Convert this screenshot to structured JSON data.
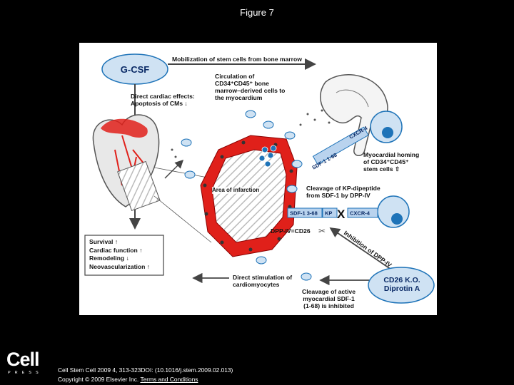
{
  "page": {
    "title": "Figure 7"
  },
  "figure": {
    "gcsf": "G-CSF",
    "mobilization": "Mobilization of stem cells from bone marrow",
    "circulation": "Circulation of\nCD34⁺CD45⁺ bone\nmarrow–derived cells to\nthe myocardium",
    "direct_cardiac": "Direct cardiac effects:\nApoptosis of CMs ↓",
    "homing": "Myocardial homing\nof CD34⁺CD45⁺\nstem cells ⇧",
    "area": "Area of infarction",
    "cleavage_kp": "Cleavage of KP-dipeptide\nfrom SDF-1 by DPP-IV",
    "sdf_cut": "SDF-1 3-68",
    "kp": "KP",
    "cxcr4_lower": "CXCR-4",
    "cxcr4_upper": "CXCR-4",
    "sdf_upper": "SDF-1 1-68",
    "dpp": "DPP-IV=CD26",
    "inhibition": "Inhibition of DPP-IV",
    "outcomes": [
      "Survival ↑",
      "Cardiac function ↑",
      "Remodeling ↓",
      "Neovascularization ↑"
    ],
    "direct_stim": "Direct stimulation of\ncardiomyocytes",
    "cleavage_active": "Cleavage of active\nmyocardial SDF-1\n(1-68) is inhibited",
    "ko_line1": "CD26 K.O.",
    "ko_line2": "Diprotin A",
    "x_mark": "X"
  },
  "footer": {
    "logo": "Cell",
    "press": "PRESS",
    "citation": "Cell Stem Cell 2009 4, 313-323DOI: (10.1016/j.stem.2009.02.013)",
    "copyright": "Copyright © 2009 Elsevier Inc.",
    "terms": "Terms and Conditions"
  },
  "colors": {
    "muscle": "#e0201a",
    "cell_blue": "#1e73b8",
    "pale_blue": "#cfe2f3",
    "label_box": "#b9d3ee"
  }
}
